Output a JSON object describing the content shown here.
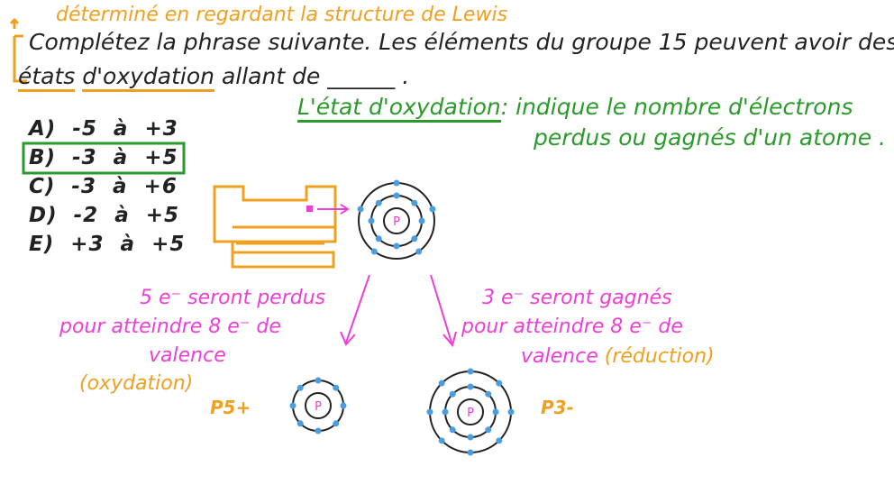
{
  "annotation_top": "déterminé en regardant la structure de Lewis",
  "question": {
    "line1": "Complétez la phrase suivante. Les éléments du groupe 15 peuvent avoir des",
    "line2_part1": "états",
    "line2_part2": "d'oxydation",
    "line2_part3": "allant de",
    "blank": "______ ."
  },
  "definition": {
    "term": "L'état d'oxydation",
    "text1": ": indique le nombre d'électrons",
    "text2": "perdus ou gagnés d'un atome ."
  },
  "options": [
    {
      "label": "A)",
      "from": "-5",
      "a": "à",
      "to": "+3",
      "selected": false
    },
    {
      "label": "B)",
      "from": "-3",
      "a": "à",
      "to": "+5",
      "selected": true
    },
    {
      "label": "C)",
      "from": "-3",
      "a": "à",
      "to": "+6",
      "selected": false
    },
    {
      "label": "D)",
      "from": "-2",
      "a": "à",
      "to": "+5",
      "selected": false
    },
    {
      "label": "E)",
      "from": "+3",
      "a": "à",
      "to": "+5",
      "selected": false
    }
  ],
  "left_note": {
    "line1": "5 e⁻ seront perdus",
    "line2": "pour atteindre 8 e⁻ de",
    "line3": "valence",
    "line4": "(oxydation)"
  },
  "right_note": {
    "line1": "3 e⁻ seront gagnés",
    "line2": "pour atteindre 8 e⁻ de",
    "line3": "valence",
    "line4": "(réduction)"
  },
  "atom_symbol": "P",
  "ion_left": "P5+",
  "ion_right": "P3-",
  "colors": {
    "black": "#222222",
    "orange": "#f0a020",
    "green": "#2a9a2a",
    "pink": "#ee3ed8",
    "electron": "#4a9ee0"
  }
}
